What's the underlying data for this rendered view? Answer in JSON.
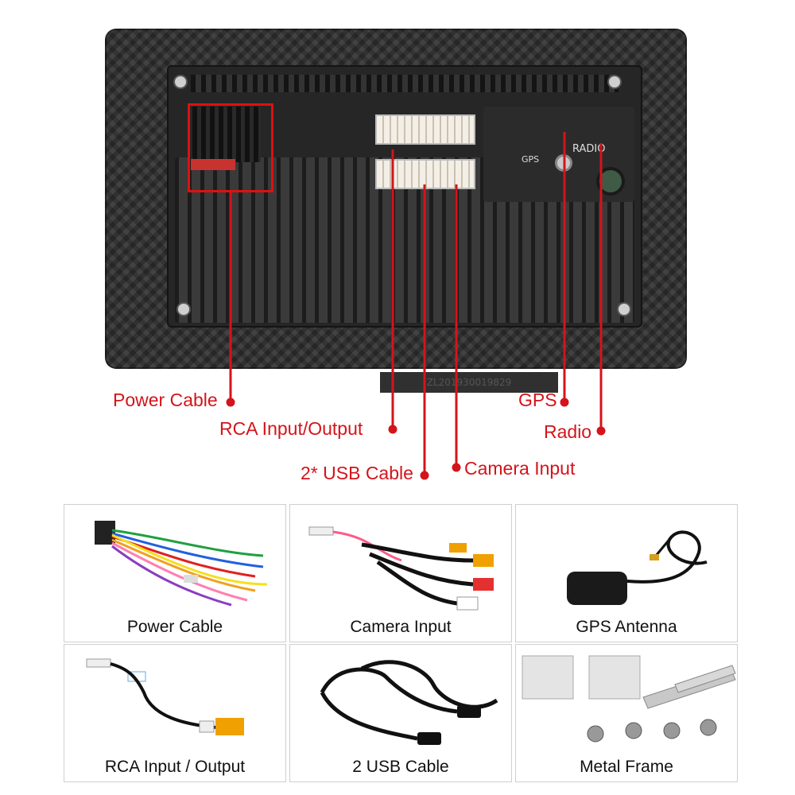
{
  "device": {
    "gps_port_label": "GPS",
    "radio_port_label": "RADIO",
    "serial_plate_text": "ZL201930019829"
  },
  "callouts": {
    "power_cable": "Power Cable",
    "rca_input_output": "RCA Input/Output",
    "usb_cable": "2* USB Cable",
    "camera_input": "Camera Input",
    "gps": "GPS",
    "radio": "Radio"
  },
  "accessories": [
    {
      "label": "Power Cable",
      "icon": "wiring-harness-icon"
    },
    {
      "label": "Camera Input",
      "icon": "rca-cable-icon"
    },
    {
      "label": "GPS Antenna",
      "icon": "gps-antenna-icon"
    },
    {
      "label": "RCA Input / Output",
      "icon": "rca-adapter-icon"
    },
    {
      "label": "2 USB Cable",
      "icon": "usb-cable-icon"
    },
    {
      "label": "Metal Frame",
      "icon": "metal-frame-icon"
    }
  ],
  "colors": {
    "callout_red": "#d4141b",
    "device_dark": "#333333"
  }
}
